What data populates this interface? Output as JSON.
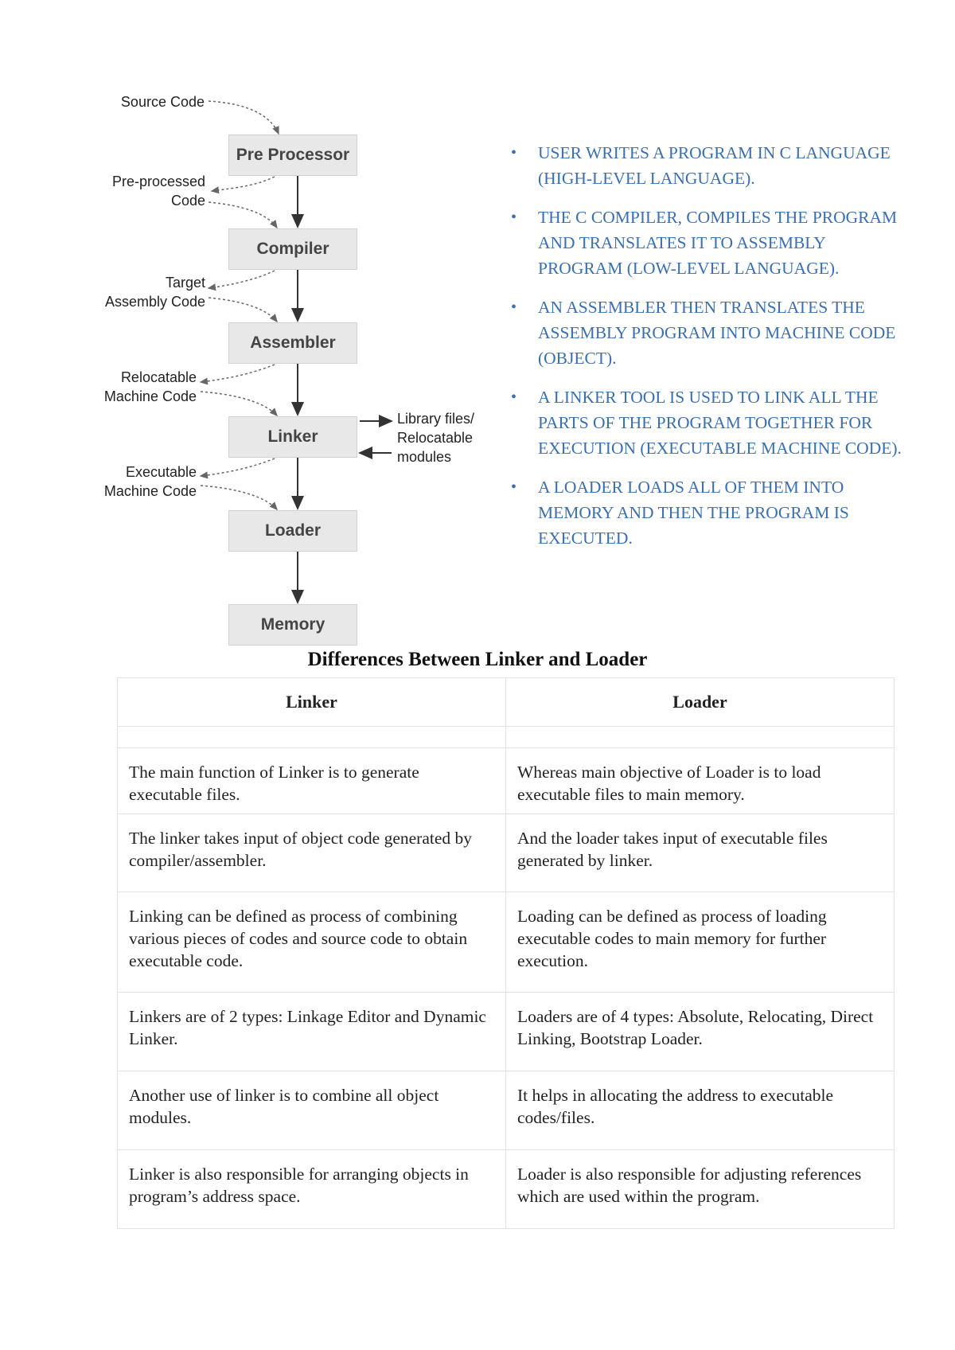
{
  "diagram": {
    "stages": [
      "Pre Processor",
      "Compiler",
      "Assembler",
      "Linker",
      "Loader",
      "Memory"
    ],
    "labels": {
      "source_code": "Source Code",
      "preprocessed_code": "Pre-processed\nCode",
      "target_assembly": "Target\nAssembly Code",
      "relocatable_machine": "Relocatable\nMachine Code",
      "executable_machine": "Executable\nMachine Code",
      "library_files": "Library files/\nRelocatable\nmodules"
    }
  },
  "bullets": [
    "USER WRITES A PROGRAM IN C LANGUAGE (HIGH-LEVEL LANGUAGE).",
    "THE C COMPILER, COMPILES THE PROGRAM AND TRANSLATES IT TO ASSEMBLY PROGRAM (LOW-LEVEL LANGUAGE).",
    "AN ASSEMBLER THEN TRANSLATES THE ASSEMBLY PROGRAM INTO MACHINE CODE (OBJECT).",
    "A LINKER TOOL IS USED TO LINK ALL THE PARTS OF THE PROGRAM TOGETHER FOR EXECUTION (EXECUTABLE MACHINE CODE).",
    "A LOADER LOADS ALL OF THEM INTO MEMORY AND THEN THE PROGRAM IS EXECUTED."
  ],
  "bullet_color": "#3a6fb0",
  "table": {
    "title": "Differences Between Linker and Loader",
    "headers": [
      "Linker",
      "Loader"
    ],
    "rows": [
      [
        "The main function of Linker is to generate executable files.",
        "Whereas main objective of Loader is to load executable files to main memory."
      ],
      [
        "The linker takes input of object code generated by compiler/assembler.",
        "And the loader takes input of executable files generated by linker."
      ],
      [
        "Linking can be defined as process of combining various pieces of codes and source code to obtain executable code.",
        "Loading can be defined as process of loading executable codes to main memory for further execution."
      ],
      [
        "Linkers are of 2 types: Linkage Editor and Dynamic Linker.",
        "Loaders are of 4 types: Absolute, Relocating, Direct Linking, Bootstrap Loader."
      ],
      [
        "Another use of linker is to combine all object modules.",
        "It helps in allocating the address to executable codes/files."
      ],
      [
        "Linker is also responsible for arranging objects in program’s address space.",
        "Loader is also responsible for adjusting references which are used within the program."
      ]
    ]
  }
}
